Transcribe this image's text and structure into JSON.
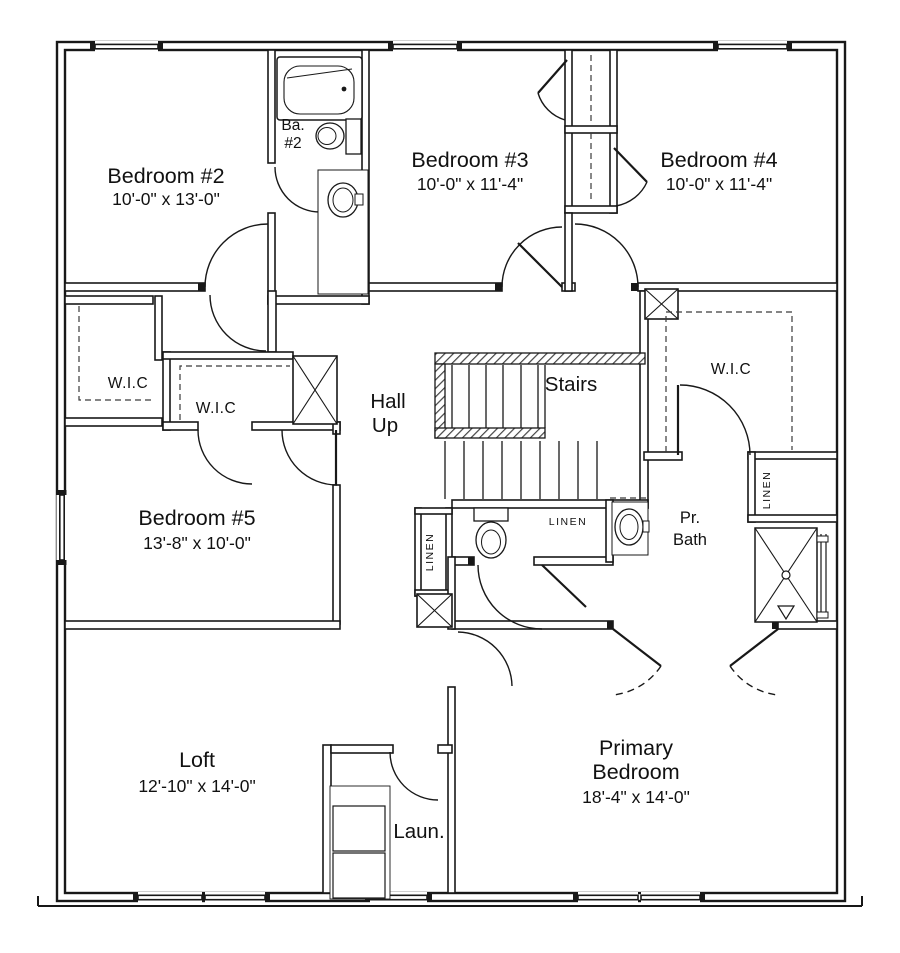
{
  "colors": {
    "wall": "#181818",
    "background": "#ffffff",
    "dashed_lines": "#3a3a3a"
  },
  "rooms": {
    "bedroom2": {
      "name": "Bedroom #2",
      "dims": "10'-0\" x 13'-0\""
    },
    "bath2": {
      "line1": "Ba.",
      "line2": "#2"
    },
    "bedroom3": {
      "name": "Bedroom #3",
      "dims": "10'-0\" x 11'-4\""
    },
    "bedroom4": {
      "name": "Bedroom #4",
      "dims": "10'-0\" x 11'-4\""
    },
    "wic_bedroom2": {
      "name": "W.I.C"
    },
    "wic_bedroom5": {
      "name": "W.I.C"
    },
    "hall": {
      "line1": "Hall",
      "line2": "Up"
    },
    "stairs": {
      "name": "Stairs"
    },
    "wic_primary": {
      "name": "W.I.C"
    },
    "bedroom5": {
      "name": "Bedroom #5",
      "dims": "13'-8\" x 10'-0\""
    },
    "linen_hall": {
      "name": "LINEN"
    },
    "linen_bath": {
      "name": "LINEN"
    },
    "linen_primary": {
      "name": "LINEN"
    },
    "primary_bath": {
      "line1": "Pr.",
      "line2": "Bath"
    },
    "loft": {
      "name": "Loft",
      "dims": "12'-10\" x 14'-0\""
    },
    "laundry": {
      "name": "Laun."
    },
    "primary_bedroom": {
      "line1": "Primary",
      "line2": "Bedroom",
      "dims": "18'-4\" x 14'-0\""
    }
  },
  "fixtures": [
    "bathtub",
    "toilet",
    "sink",
    "shower",
    "washer",
    "dryer",
    "stair-treads"
  ]
}
